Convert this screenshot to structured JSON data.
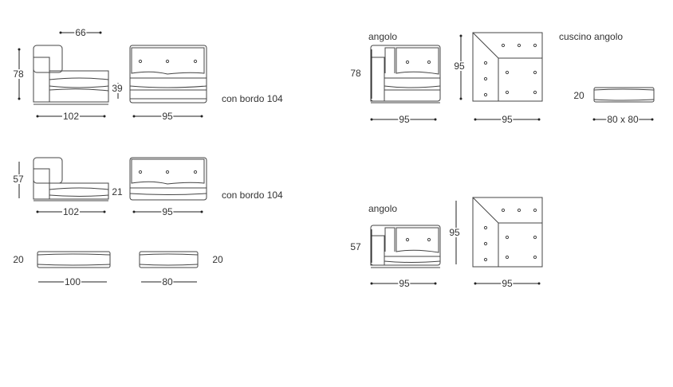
{
  "modules": {
    "side_high": {
      "width_top": "66",
      "height": "78",
      "seat_height": "39",
      "depth": "102"
    },
    "front_high": {
      "width": "95",
      "note": "con bordo 104"
    },
    "side_low": {
      "height": "57",
      "depth": "102"
    },
    "front_low": {
      "seat_height": "21",
      "width": "95",
      "note": "con bordo 104"
    },
    "cushion_100": {
      "height": "20",
      "width": "100"
    },
    "cushion_80": {
      "height": "20",
      "width": "80"
    },
    "corner_high": {
      "title": "angolo",
      "height": "78",
      "width": "95",
      "plan_depth": "95",
      "plan_width": "95"
    },
    "corner_cushion": {
      "title": "cuscino angolo",
      "height": "20",
      "size": "80 x 80"
    },
    "corner_low": {
      "title": "angolo",
      "height": "57",
      "width": "95",
      "plan_depth": "95",
      "plan_width": "95"
    }
  }
}
